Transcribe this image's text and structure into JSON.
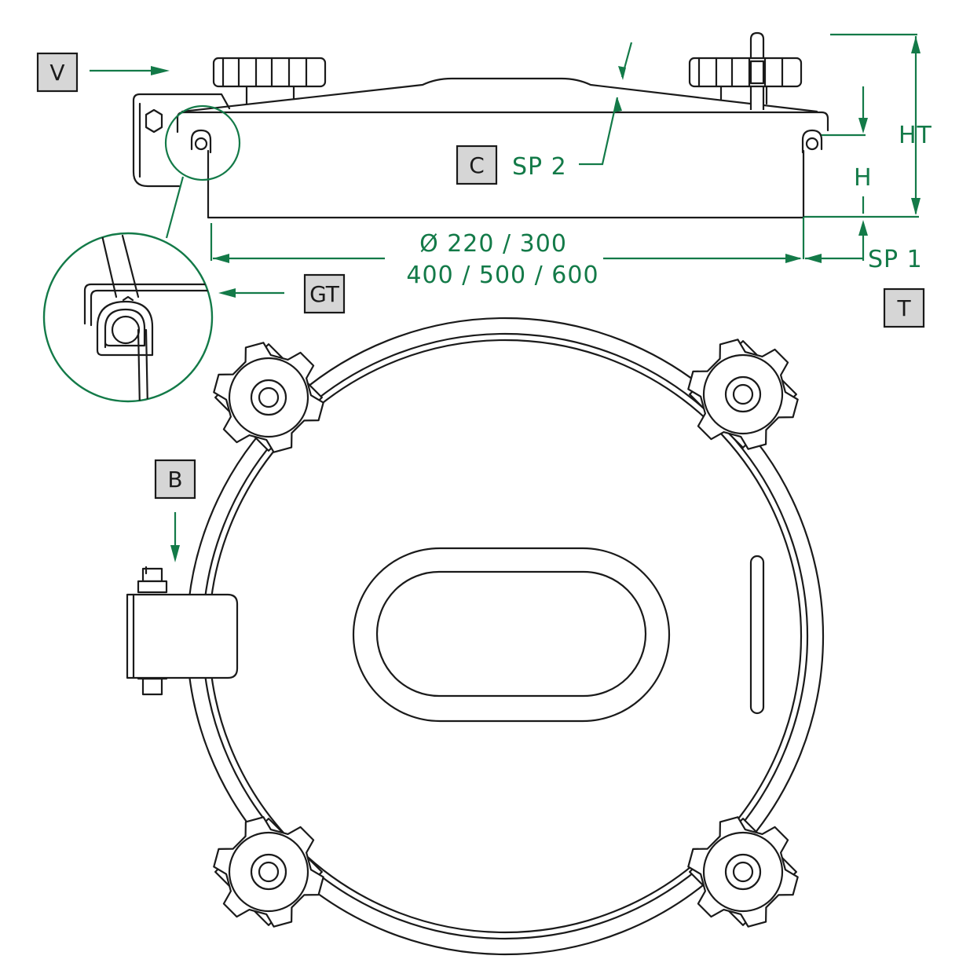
{
  "tags": {
    "V": "V",
    "C": "C",
    "GT": "GT",
    "T": "T",
    "B": "B"
  },
  "dimensions": {
    "sp2": "SP 2",
    "ht": "HT",
    "h": "H",
    "sp1": "SP 1",
    "diameter_line1": "Ø  220 / 300",
    "diameter_line2": "400 / 500 / 600"
  },
  "colors": {
    "dimension": "#137a48",
    "line": "#1a1a1a",
    "tag_fill": "#d6d6d6"
  }
}
